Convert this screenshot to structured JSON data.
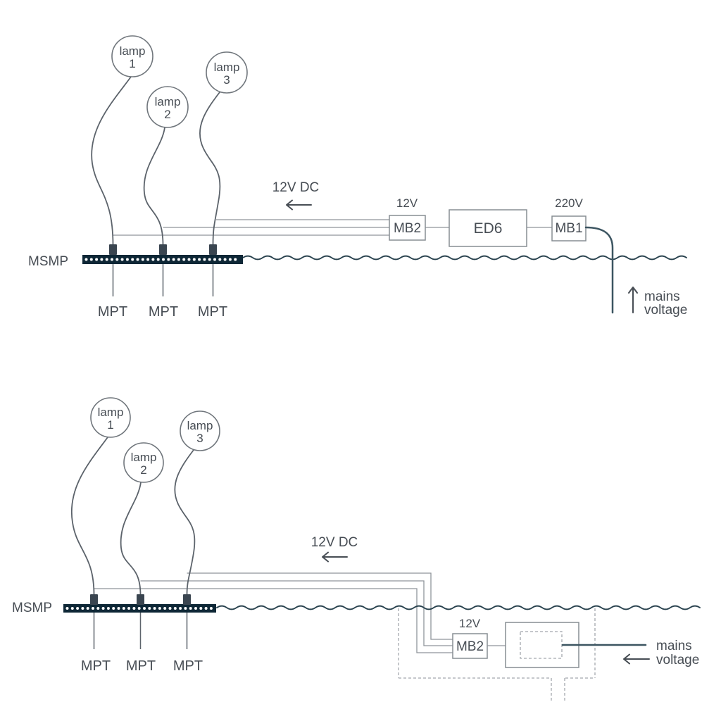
{
  "colors": {
    "ink": "#474d54",
    "thin_wire": "#8f959b",
    "lamp_cord": "#5c636b",
    "box_border": "#878d93",
    "track_fill": "#0e2736",
    "connector_fill": "#3a4550",
    "wall_wave": "#29424e",
    "mains_wire": "#3c5561",
    "dashed_line": "#a3a8ad",
    "track_dot": "#ffffff",
    "background": "#ffffff"
  },
  "top": {
    "lamps": [
      {
        "word": "lamp",
        "num": "1"
      },
      {
        "word": "lamp",
        "num": "2"
      },
      {
        "word": "lamp",
        "num": "3"
      }
    ],
    "track_label": "MSMP",
    "mpt_labels": [
      "MPT",
      "MPT",
      "MPT"
    ],
    "dc_label": "12V DC",
    "mb2_voltage": "12V",
    "mb2_label": "MB2",
    "ed6_label": "ED6",
    "mb1_voltage": "220V",
    "mb1_label": "MB1",
    "mains_line1": "mains",
    "mains_line2": "voltage"
  },
  "bottom": {
    "lamps": [
      {
        "word": "lamp",
        "num": "1"
      },
      {
        "word": "lamp",
        "num": "2"
      },
      {
        "word": "lamp",
        "num": "3"
      }
    ],
    "track_label": "MSMP",
    "mpt_labels": [
      "MPT",
      "MPT",
      "MPT"
    ],
    "dc_label": "12V DC",
    "mb2_voltage": "12V",
    "mb2_label": "MB2",
    "mains_line1": "mains",
    "mains_line2": "voltage"
  }
}
